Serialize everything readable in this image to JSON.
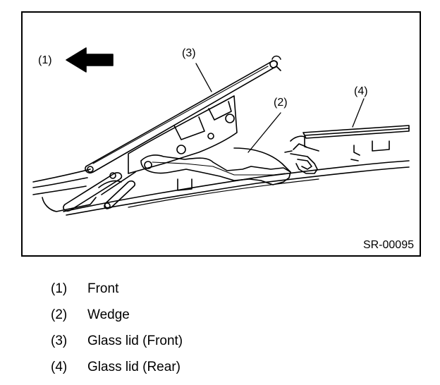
{
  "callouts": {
    "front": "(1)",
    "wedge": "(2)",
    "glass_lid_front": "(3)",
    "glass_lid_rear": "(4)"
  },
  "figure_code": "SR-00095",
  "legend": [
    {
      "num": "(1)",
      "label": "Front"
    },
    {
      "num": "(2)",
      "label": "Wedge"
    },
    {
      "num": "(3)",
      "label": "Glass lid (Front)"
    },
    {
      "num": "(4)",
      "label": "Glass lid (Rear)"
    }
  ],
  "icons": [
    "front-direction-arrow-icon"
  ],
  "colors": {
    "ink": "#000000",
    "background": "#ffffff"
  }
}
